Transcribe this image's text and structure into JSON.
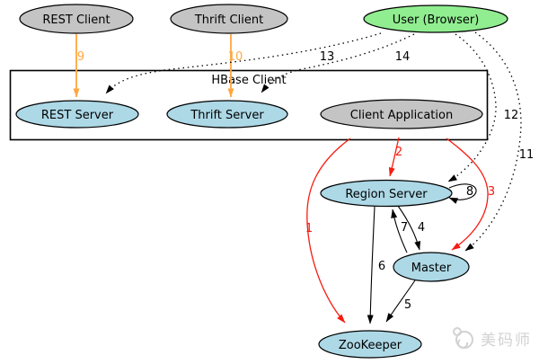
{
  "cluster": {
    "label": "HBase Client"
  },
  "nodes": {
    "rest_client": {
      "label": "REST Client",
      "fill": "#c4c4c4"
    },
    "thrift_client": {
      "label": "Thrift Client",
      "fill": "#c4c4c4"
    },
    "user_browser": {
      "label": "User (Browser)",
      "fill": "#90ee90"
    },
    "rest_server": {
      "label": "REST Server",
      "fill": "#add8e6"
    },
    "thrift_server": {
      "label": "Thrift Server",
      "fill": "#add8e6"
    },
    "client_application": {
      "label": "Client Application",
      "fill": "#c4c4c4"
    },
    "region_server": {
      "label": "Region Server",
      "fill": "#add8e6"
    },
    "master": {
      "label": "Master",
      "fill": "#add8e6"
    },
    "zookeeper": {
      "label": "ZooKeeper",
      "fill": "#add8e6"
    }
  },
  "edge_labels": {
    "e1": "1",
    "e2": "2",
    "e3": "3",
    "e4": "4",
    "e5": "5",
    "e6": "6",
    "e7": "7",
    "e8": "8",
    "e9": "9",
    "e10": "10",
    "e11": "11",
    "e12": "12",
    "e13": "13",
    "e14": "14"
  },
  "colors": {
    "edge_black": "#000000",
    "edge_red": "#f71b10",
    "edge_orange": "#ffa73e",
    "node_stroke": "#000000",
    "watermark": "#d2d2d2"
  },
  "watermark": {
    "text": "美码师"
  }
}
